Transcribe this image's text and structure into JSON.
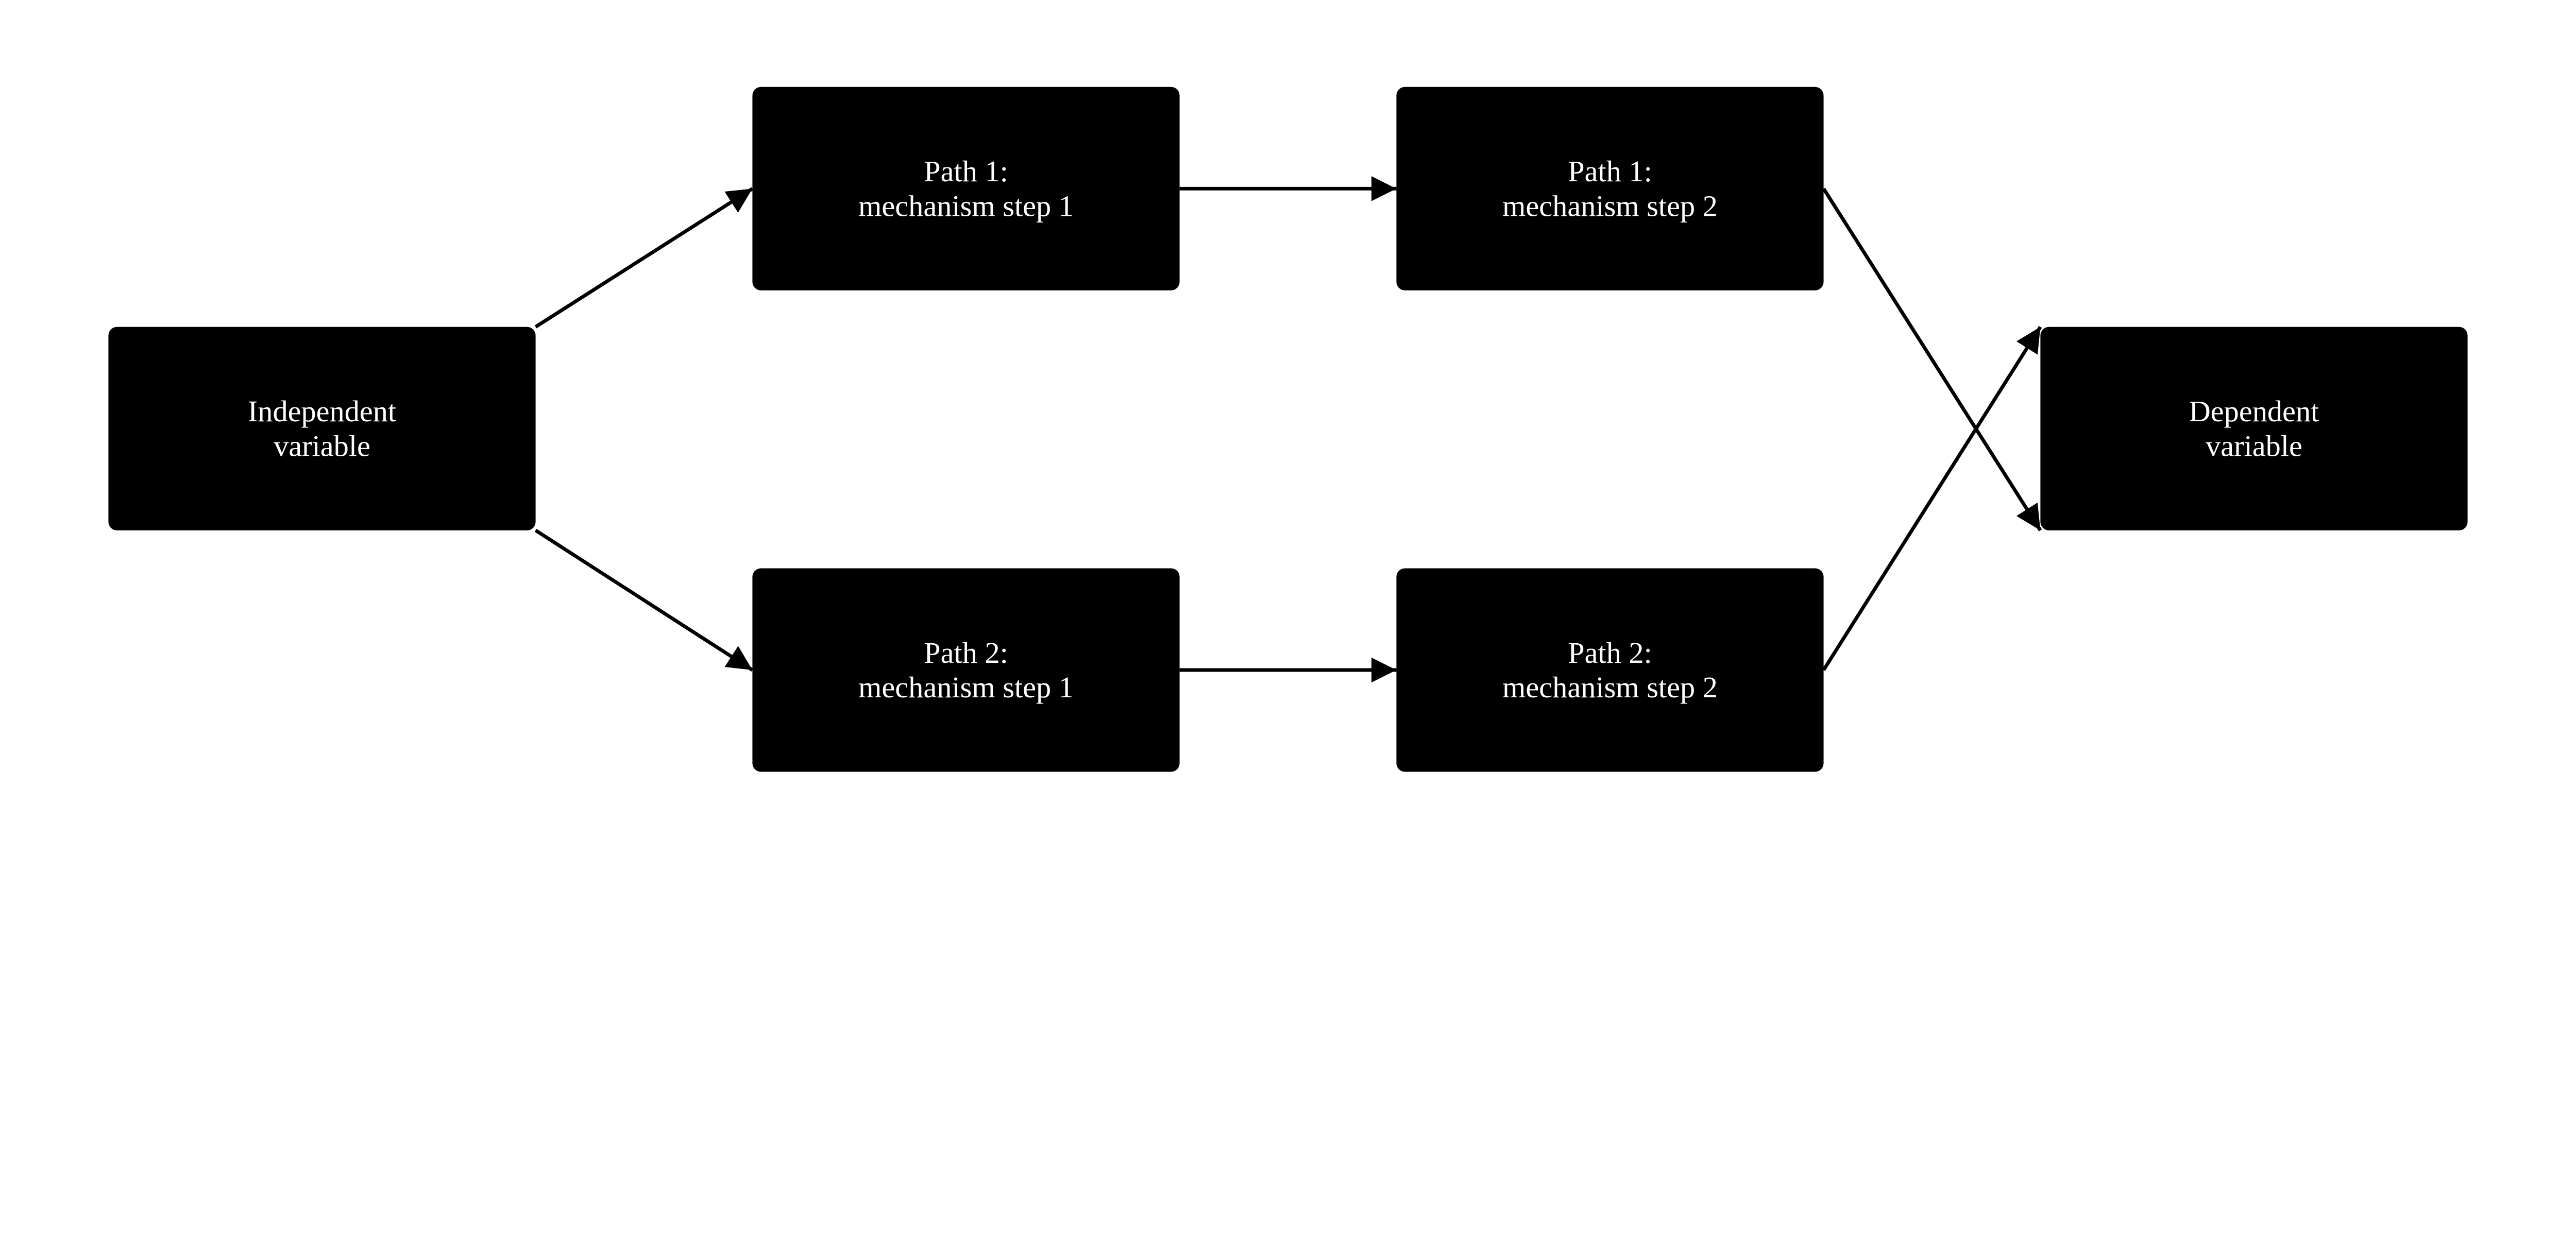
{
  "diagram": {
    "node_fill": "#000000",
    "text_color": "#ffffff",
    "edge_color": "#000000",
    "nodes": [
      {
        "id": "iv",
        "lines": [
          "Independent",
          "variable"
        ]
      },
      {
        "id": "p1s1",
        "lines": [
          "Path 1:",
          "mechanism step 1"
        ]
      },
      {
        "id": "p1s2",
        "lines": [
          "Path 1:",
          "mechanism step 2"
        ]
      },
      {
        "id": "p2s1",
        "lines": [
          "Path 2:",
          "mechanism step 1"
        ]
      },
      {
        "id": "p2s2",
        "lines": [
          "Path 2:",
          "mechanism step 2"
        ]
      },
      {
        "id": "dv",
        "lines": [
          "Dependent",
          "variable"
        ]
      }
    ],
    "edges": [
      {
        "from": "iv",
        "to": "p1s1"
      },
      {
        "from": "iv",
        "to": "p2s1"
      },
      {
        "from": "p1s1",
        "to": "p1s2"
      },
      {
        "from": "p2s1",
        "to": "p2s2"
      },
      {
        "from": "p1s2",
        "to": "dv"
      },
      {
        "from": "p2s2",
        "to": "dv"
      }
    ]
  }
}
